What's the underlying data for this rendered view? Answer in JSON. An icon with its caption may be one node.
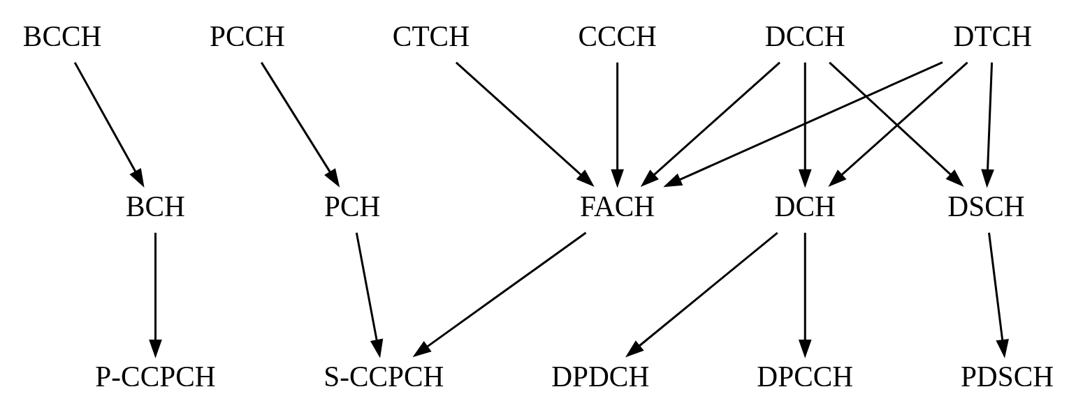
{
  "diagram": {
    "nodes": [
      {
        "text": [
          "BCCH"
        ]
      },
      {
        "text": [
          "PCCH"
        ]
      },
      {
        "text": [
          "CTCH"
        ]
      },
      {
        "text": [
          "CCCH"
        ]
      },
      {
        "text": [
          "DCCH"
        ]
      },
      {
        "text": [
          "DTCH"
        ]
      },
      {
        "text": [
          "BCH"
        ]
      },
      {
        "text": [
          "PCH"
        ]
      },
      {
        "text": [
          "FACH"
        ]
      },
      {
        "text": [
          "DCH"
        ]
      },
      {
        "text": [
          "DSCH"
        ]
      },
      {
        "text": [
          "P-CCPCH"
        ]
      },
      {
        "text": [
          "S-CCPCH"
        ]
      },
      {
        "text": [
          "DPDCH"
        ]
      },
      {
        "text": [
          "DPCCH"
        ]
      },
      {
        "text": [
          "PDSCH"
        ]
      }
    ],
    "edges": [
      {
        "from": 0,
        "to": 6,
        "arrow": "to"
      },
      {
        "from": 1,
        "to": 7,
        "arrow": "to"
      },
      {
        "from": 2,
        "to": 8,
        "arrow": "to"
      },
      {
        "from": 3,
        "to": 8,
        "arrow": "to"
      },
      {
        "from": 4,
        "to": 8,
        "arrow": "to"
      },
      {
        "from": 4,
        "to": 9,
        "arrow": "to"
      },
      {
        "from": 4,
        "to": 10,
        "arrow": "to"
      },
      {
        "from": 5,
        "to": 8,
        "arrow": "to"
      },
      {
        "from": 5,
        "to": 9,
        "arrow": "to"
      },
      {
        "from": 5,
        "to": 10,
        "arrow": "to"
      },
      {
        "from": 6,
        "to": 11,
        "arrow": "to"
      },
      {
        "from": 7,
        "to": 12,
        "arrow": "to"
      },
      {
        "from": 8,
        "to": 12,
        "arrow": "to"
      },
      {
        "from": 9,
        "to": 13,
        "arrow": "to"
      },
      {
        "from": 9,
        "to": 14,
        "arrow": "to"
      },
      {
        "from": 10,
        "to": 15,
        "arrow": "to"
      }
    ]
  }
}
